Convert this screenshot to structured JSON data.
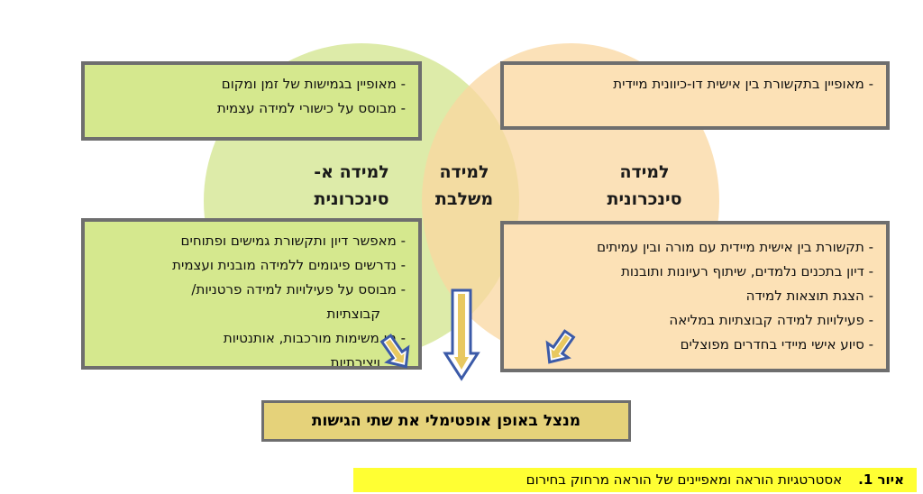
{
  "headings": {
    "async_line1": "למידה א-",
    "async_line2": "סינכרונית",
    "blend_line1": "למידה",
    "blend_line2": "משלבת",
    "sync_line1": "למידה",
    "sync_line2": "סינכרונית"
  },
  "box_top_left": [
    "- מאופיין בגמישות של זמן ומקום",
    "- מבוסס על כישורי למידה עצמית"
  ],
  "box_top_right": [
    "- מאופיין בתקשורת בין אישית דו-כיוונית מיידית"
  ],
  "box_bottom_left": [
    "- מאפשר דיון ותקשורת גמישים ופתוחים",
    "- נדרשים פיגומים ללמידה מובנית ועצמית",
    "- מבוסס על פעילויות למידה פרטניות/",
    "קבוצתיות",
    "- מן משימות מורכבות, אותנטיות",
    "ויצירתיות"
  ],
  "box_bottom_right": [
    "- תקשורת בין אישית מיידית עם מורה ובין עמיתים",
    "- דיון בתכנים נלמדים, שיתוף רעיונות ותובנות",
    "- הצגת תוצאות למידה",
    "- פעילויות למידה קבוצתיות במליאה",
    "- סיוע אישי מיידי בחדרים מפוצלים"
  ],
  "bottom_box": "מנצל באופן אופטימלי את שתי הגישות",
  "caption": {
    "label": "איור 1.",
    "text": "אסטרטגיות הוראה ומאפיינים של הוראה מרחוק בחירום"
  },
  "colors": {
    "green_circle": "#d2e48c",
    "orange_circle": "#fad7a0",
    "green_box": "#d5e88e",
    "orange_box": "#fce1b6",
    "bottom_box": "#e5d27a",
    "caption_bg": "#ffff33",
    "arrow_fill": "#ffffff",
    "arrow_stroke": "#3b5aa8",
    "arrow_inner": "#e8c860"
  }
}
